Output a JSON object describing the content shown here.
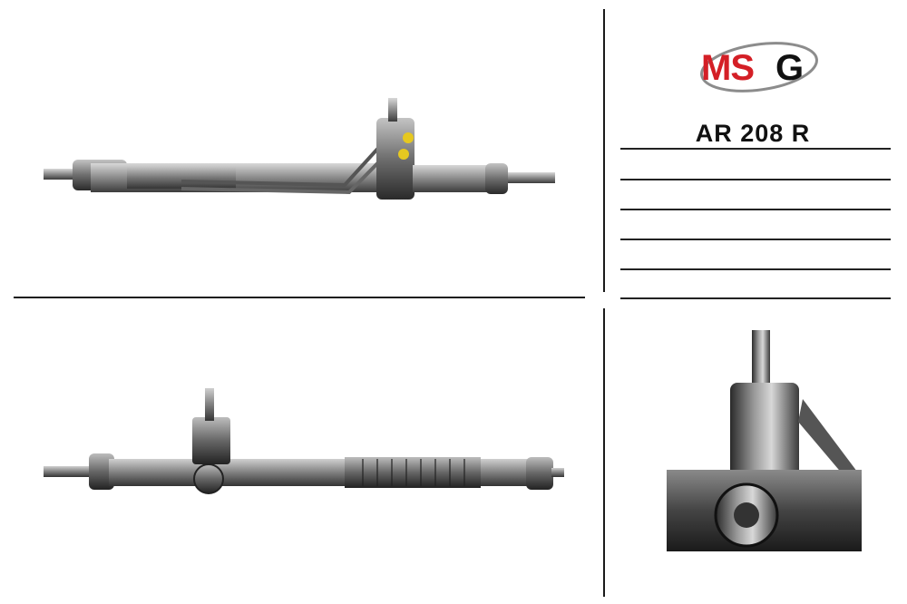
{
  "brand": {
    "name": "MSG",
    "colors": {
      "red": "#d41f26",
      "gray": "#8c8c8c",
      "dark": "#111111"
    }
  },
  "part_number": "AR 208 R",
  "photos": {
    "top": "steering-rack-top-view",
    "bottom": "steering-rack-rear-view",
    "detail": "steering-rack-pinion-detail"
  },
  "blank_lines": 6
}
